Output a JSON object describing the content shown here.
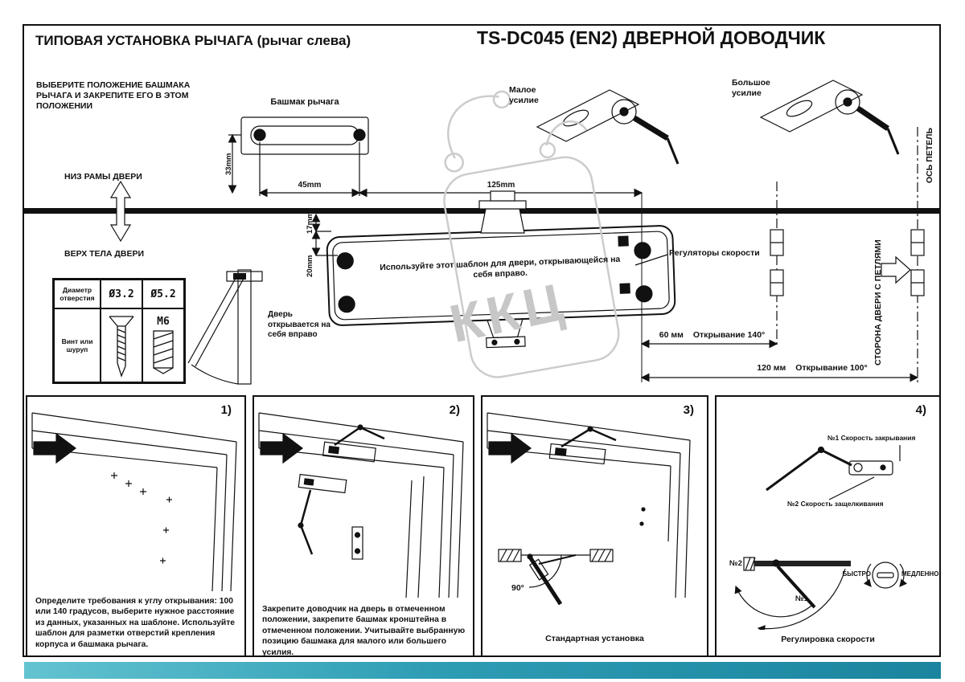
{
  "header": {
    "left_title": "ТИПОВАЯ УСТАНОВКА РЫЧАГА (рычаг слева)",
    "right_title": "TS-DC045 (EN2) ДВЕРНОЙ ДОВОДЧИК"
  },
  "upper": {
    "instruction": "ВЫБЕРИТЕ ПОЛОЖЕНИЕ БАШМАКА РЫЧАГА И ЗАКРЕПИТЕ ЕГО В ЭТОМ ПОЛОЖЕНИИ",
    "shoe_label": "Башмак рычага",
    "small_force": "Малое усилие",
    "large_force": "Большое усилие",
    "hinge_axis": "ОСЬ ПЕТЕЛЬ",
    "frame_bottom": "НИЗ РАМЫ ДВЕРИ",
    "door_body_top": "ВЕРХ ТЕЛА ДВЕРИ",
    "dim_33": "33mm",
    "dim_45": "45mm",
    "dim_125": "125mm",
    "dim_17": "17mm",
    "dim_20": "20mm",
    "template_note": "Используйте этот шаблон для двери, открывающейся на себя вправо.",
    "regulators": "Регуляторы скорости",
    "door_opens": "Дверь открывается на себя вправо",
    "dist_60": "60 мм",
    "open_140": "Открывание 140°",
    "dist_120": "120 мм",
    "open_100": "Открывание 100°",
    "hinge_side": "СТОРОНА ДВЕРИ С ПЕТЛЯМИ",
    "watermark": "ККЦ",
    "table": {
      "row1_label": "Диаметр отверстия",
      "hole_small": "Ø3.2",
      "hole_large": "Ø5.2",
      "row2_label": "Винт или шуруп",
      "thread": "M6"
    }
  },
  "panels": {
    "p1": {
      "num": "1)",
      "text": "Определите требования к углу открывания: 100 или 140 градусов, выберите нужное расстояние из данных, указанных на шаблоне. Используйте шаблон для разметки отверстий крепления корпуса и башмака рычага."
    },
    "p2": {
      "num": "2)",
      "text": "Закрепите доводчик на дверь в отмеченном положении, закрепите башмак кронштейна в отмеченном положении. Учитывайте выбранную позицию башмака для малого или большего усилия."
    },
    "p3": {
      "num": "3)",
      "angle": "90°",
      "caption": "Стандартная установка"
    },
    "p4": {
      "num": "4)",
      "closing_speed": "№1 Скорость закрывания",
      "latching_speed": "№2 Скорость защелкивания",
      "n2": "№2",
      "n1": "№1",
      "fast": "БЫСТРО",
      "slow": "МЕДЛЕННО",
      "caption": "Регулировка скорости"
    }
  }
}
